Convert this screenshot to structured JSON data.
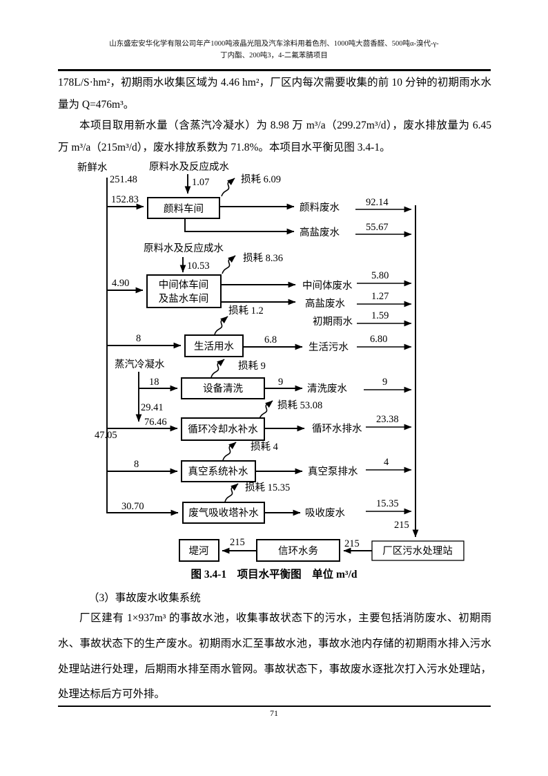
{
  "header": {
    "line1": "山东盛宏安华化学有限公司年产1000吨液晶光阻及汽车涂料用着色剂、1000吨大茴香醛、500吨α-溴代-γ-",
    "line2": "丁内酯、200吨3，4-二氟苯腈项目"
  },
  "body": {
    "p1": "178L/S·hm²，初期雨水收集区域为 4.46 hm²，厂区内每次需要收集的前 10 分钟的初期雨水水量为 Q=476m³。",
    "p2": "本项目取用新水量（含蒸汽冷凝水）为 8.98 万 m³/a（299.27m³/d），废水排放量为 6.45 万 m³/a（215m³/d），废水排放系数为 71.8%。本项目水平衡见图 3.4-1。",
    "section_heading": "（3）事故废水收集系统",
    "p3": "厂区建有 1×937m³ 的事故水池，收集事故状态下的污水，主要包括消防废水、初期雨水、事故状态下的生产废水。初期雨水汇至事故水池，事故水池内存储的初期雨水排入污水处理站进行处理，后期雨水排至雨水管网。事故状态下，事故废水逐批次打入污水处理站，处理达标后方可外排。"
  },
  "figure": {
    "caption": "图 3.4-1　项目水平衡图　单位 m³/d"
  },
  "diagram": {
    "fresh_water": "新鲜水",
    "fresh_total": "251.48",
    "feed1": "152.83",
    "raw_water1": "原料水及反应成水",
    "raw1_val": "1.07",
    "loss1": "损耗 6.09",
    "unit1": "颜料车间",
    "out1a": "颜料废水",
    "out1a_val": "92.14",
    "out1b": "高盐废水",
    "out1b_val": "55.67",
    "raw_water2": "原料水及反应成水",
    "raw2_val": "10.53",
    "loss2": "损耗 8.36",
    "unit2_line1": "中间体车间",
    "unit2_line2": "及盐水车间",
    "feed2": "4.90",
    "out2a": "中间体废水",
    "out2a_val": "5.80",
    "out2b": "高盐废水",
    "out2b_val": "1.27",
    "rain_label": "初期雨水",
    "rain_val": "1.59",
    "loss3": "损耗 1.2",
    "unit3": "生活用水",
    "feed3": "8",
    "out3_flow": "6.8",
    "out3": "生活污水",
    "out3_val": "6.80",
    "steam_label": "蒸汽冷凝水",
    "feed4": "18",
    "loss4": "损耗 9",
    "unit4": "设备清洗",
    "out4_flow": "9",
    "out4": "清洗废水",
    "out4_val": "9",
    "steam_to_cooling": "29.41",
    "feed5_total": "76.46",
    "feed5_fresh": "47.05",
    "loss5": "损耗 53.08",
    "unit5": "循环冷却水补水",
    "out5": "循环水排水",
    "out5_val": "23.38",
    "loss6": "损耗 4",
    "unit6": "真空系统补水",
    "feed6": "8",
    "out6": "真空泵排水",
    "out6_val": "4",
    "loss7": "损耗 15.35",
    "unit7": "废气吸收塔补水",
    "feed7": "30.70",
    "out7": "吸收废水",
    "out7_val": "15.35",
    "collector_total": "215",
    "wwtp": "厂区污水处理站",
    "wwtp_out": "215",
    "water_co": "信环水务",
    "river_in": "215",
    "river": "堤河"
  },
  "footer": {
    "page_number": "71"
  }
}
